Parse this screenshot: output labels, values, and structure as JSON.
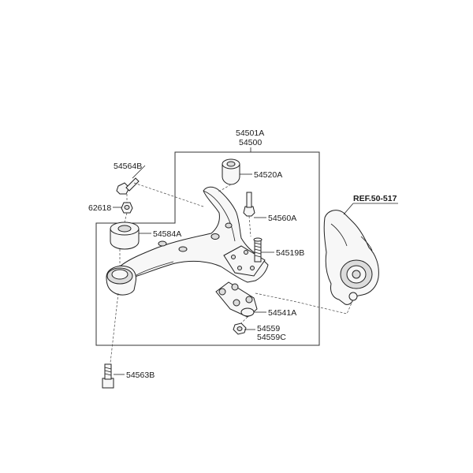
{
  "diagram": {
    "group_label_1": "54501A",
    "group_label_2": "54500",
    "reference_label": "REF.50-517",
    "callouts": {
      "bolt_top": "54564B",
      "nut": "62618",
      "bushing_front": "54584A",
      "bushing_rear": "54520A",
      "bolt_rear": "54560A",
      "stud": "54519B",
      "ball_joint": "54541A",
      "nut_ball_1": "54559",
      "nut_ball_2": "54559C",
      "bolt_bottom": "54563B"
    }
  }
}
